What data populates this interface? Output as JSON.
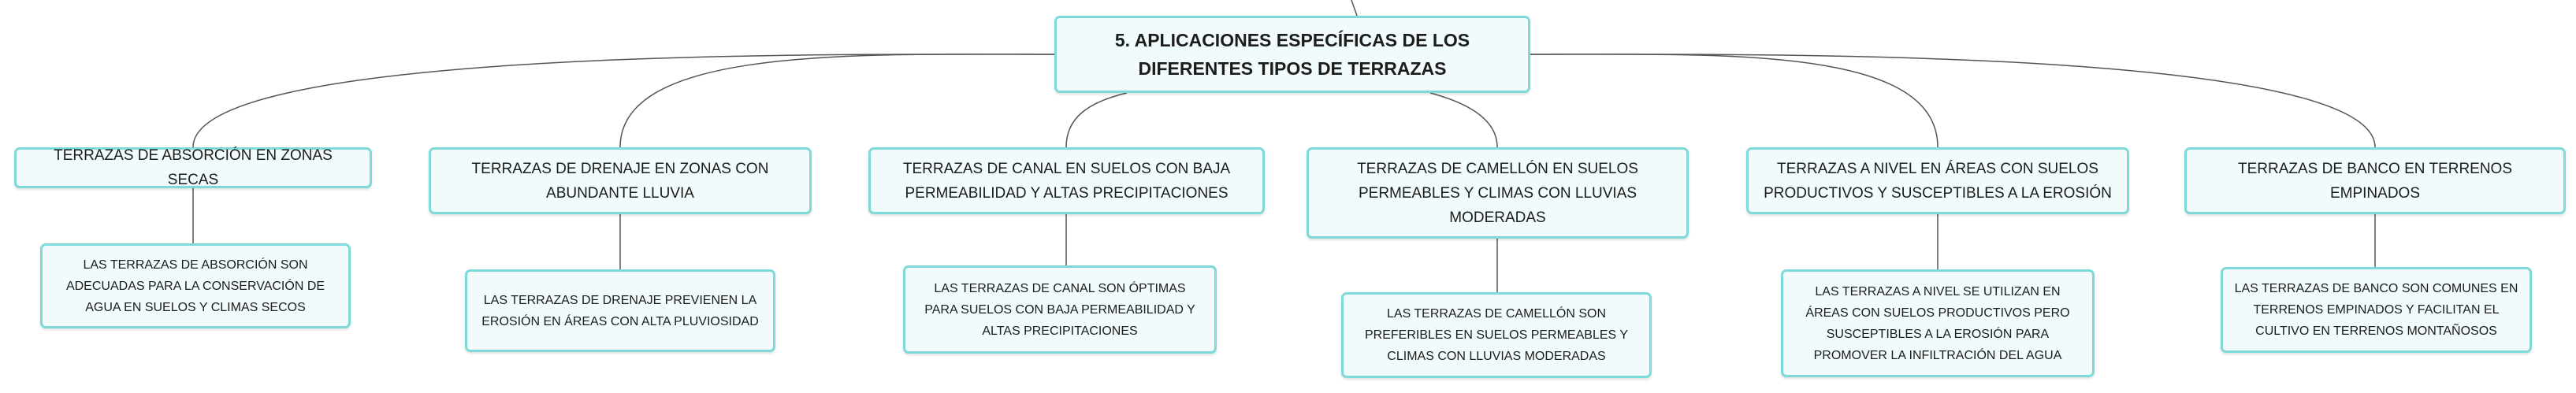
{
  "root": {
    "title": "5. APLICACIONES ESPECÍFICAS DE LOS DIFERENTES TIPOS DE TERRAZAS"
  },
  "branches": [
    {
      "label": "TERRAZAS DE ABSORCIÓN EN ZONAS SECAS",
      "detail": "LAS TERRAZAS DE ABSORCIÓN SON ADECUADAS PARA LA CONSERVACIÓN DE AGUA EN SUELOS Y CLIMAS SECOS"
    },
    {
      "label": "TERRAZAS DE DRENAJE EN ZONAS CON ABUNDANTE LLUVIA",
      "detail": "LAS TERRAZAS DE DRENAJE PREVIENEN LA EROSIÓN EN ÁREAS CON ALTA PLUVIOSIDAD"
    },
    {
      "label": "TERRAZAS DE CANAL EN SUELOS CON BAJA PERMEABILIDAD Y ALTAS PRECIPITACIONES",
      "detail": "LAS TERRAZAS DE CANAL SON ÓPTIMAS PARA SUELOS CON BAJA PERMEABILIDAD Y ALTAS PRECIPITACIONES"
    },
    {
      "label": "TERRAZAS DE CAMELLÓN EN SUELOS PERMEABLES Y CLIMAS CON LLUVIAS MODERADAS",
      "detail": "LAS TERRAZAS DE CAMELLÓN SON PREFERIBLES EN SUELOS PERMEABLES Y CLIMAS CON LLUVIAS MODERADAS"
    },
    {
      "label": "TERRAZAS A NIVEL EN ÁREAS CON SUELOS PRODUCTIVOS Y SUSCEPTIBLES A LA EROSIÓN",
      "detail": "LAS TERRAZAS A NIVEL SE UTILIZAN EN ÁREAS CON SUELOS PRODUCTIVOS PERO SUSCEPTIBLES A LA EROSIÓN PARA PROMOVER LA INFILTRACIÓN DEL AGUA"
    },
    {
      "label": "TERRAZAS DE BANCO EN TERRENOS EMPINADOS",
      "detail": "LAS TERRAZAS DE BANCO SON COMUNES EN TERRENOS EMPINADOS Y FACILITAN EL CULTIVO EN TERRENOS MONTAÑOSOS"
    }
  ],
  "colors": {
    "node_border": "#7ed9d9",
    "node_fill": "#f1fbfb",
    "connector": "#555555"
  }
}
